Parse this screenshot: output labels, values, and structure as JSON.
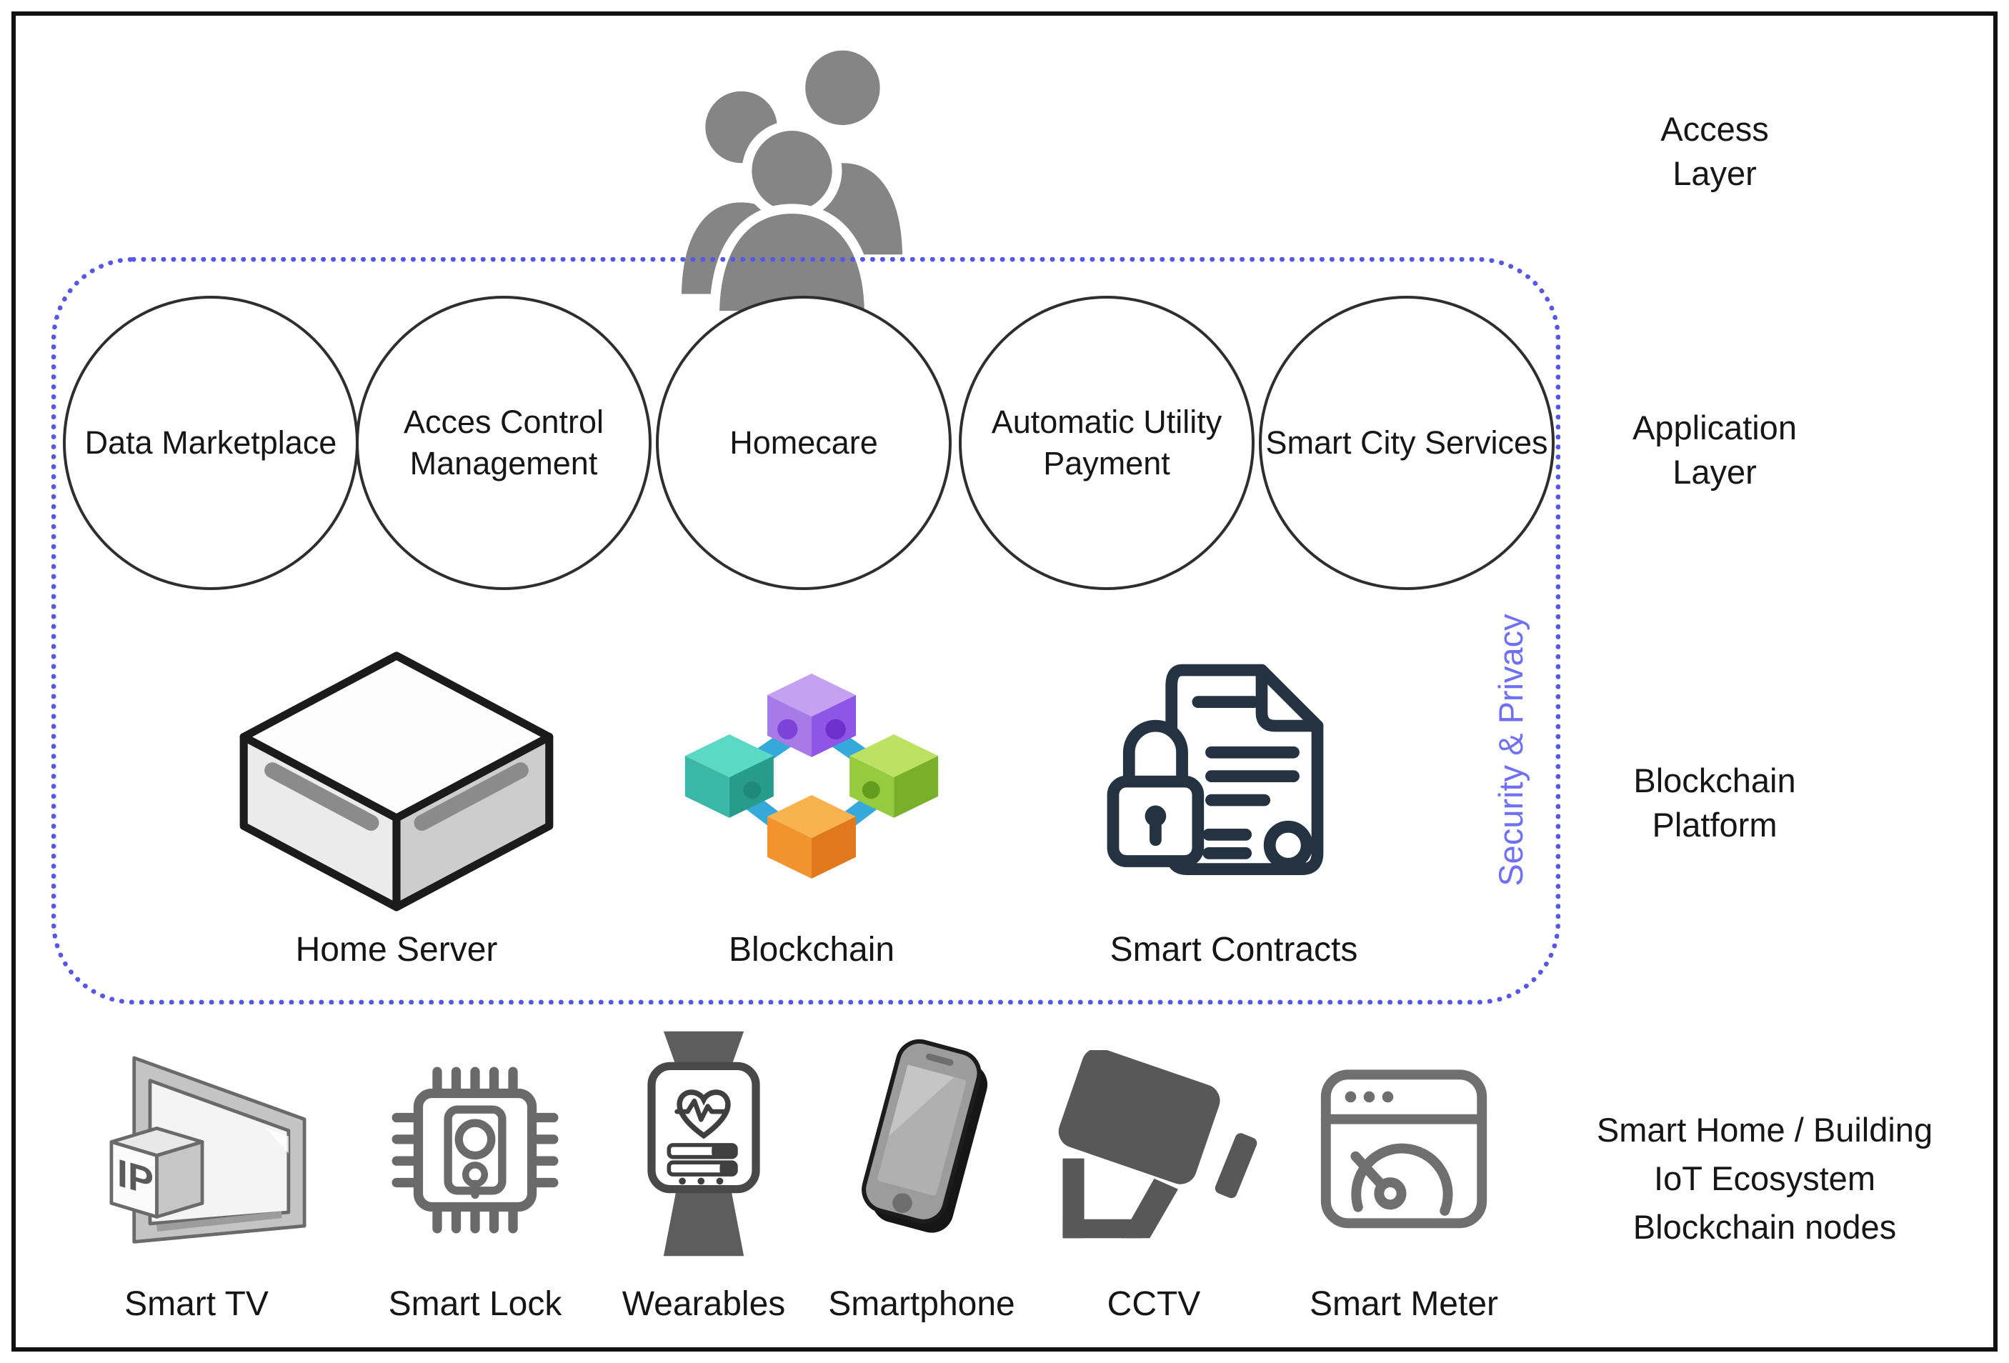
{
  "layer_labels": {
    "access": "Access\nLayer",
    "application": "Application\nLayer",
    "blockchain_platform": "Blockchain\nPlatform",
    "iot_ecosystem": "Smart Home / Building\nIoT Ecosystem\nBlockchain nodes"
  },
  "security_privacy": {
    "label": "Security & Privacy",
    "border_color": "#5757e6",
    "text_color": "#7070f2"
  },
  "applications": [
    {
      "label": "Data\nMarketplace"
    },
    {
      "label": "Acces Control\nManagement"
    },
    {
      "label": "Homecare"
    },
    {
      "label": "Automatic Utility\nPayment"
    },
    {
      "label": "Smart City\nServices"
    }
  ],
  "platform": [
    {
      "label": "Home Server",
      "icon": "home-server-icon"
    },
    {
      "label": "Blockchain",
      "icon": "blockchain-icon"
    },
    {
      "label": "Smart Contracts",
      "icon": "smart-contracts-icon"
    }
  ],
  "devices": [
    {
      "label": "Smart TV",
      "icon": "smart-tv-icon",
      "badge": "IP"
    },
    {
      "label": "Smart Lock",
      "icon": "smart-lock-icon"
    },
    {
      "label": "Wearables",
      "icon": "wearables-icon"
    },
    {
      "label": "Smartphone",
      "icon": "smartphone-icon"
    },
    {
      "label": "CCTV",
      "icon": "cctv-icon"
    },
    {
      "label": "Smart Meter",
      "icon": "smart-meter-icon"
    }
  ],
  "icons": {
    "access": "people-group-icon"
  },
  "colors": {
    "people_gray": "#858585",
    "circle_stroke": "#2e2e2e",
    "security_border": "#5757e6",
    "security_text": "#7070f2",
    "blockchain_purple": "#8e55e6",
    "blockchain_teal": "#2f9b8c",
    "blockchain_green": "#79b02a",
    "blockchain_orange": "#e1791c",
    "blockchain_link_blue": "#36a9db",
    "contract_stroke": "#243241",
    "device_gray": "#5d5d5d"
  }
}
